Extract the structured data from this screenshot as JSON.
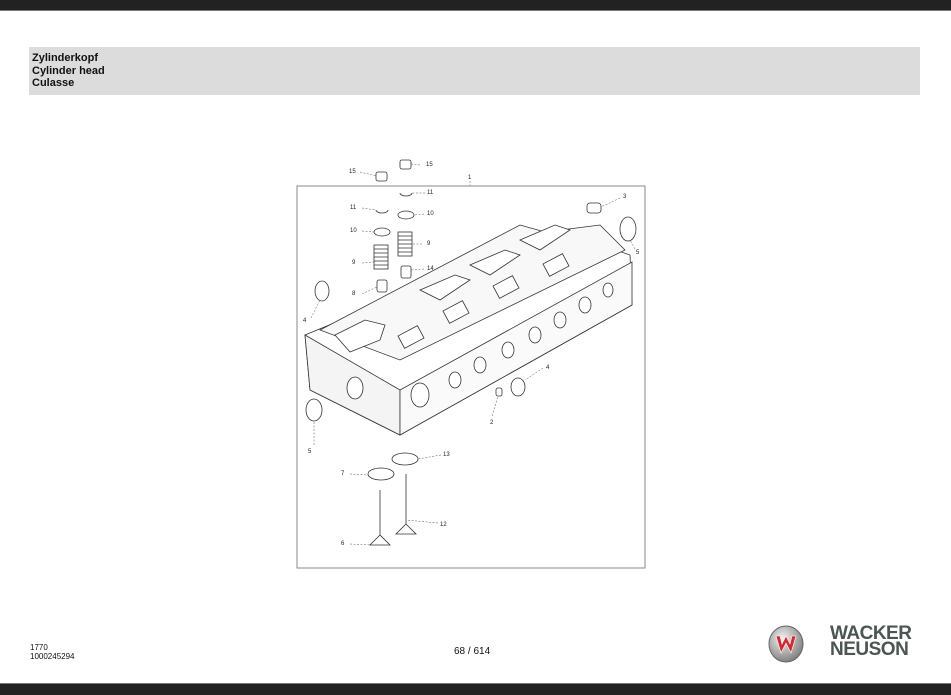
{
  "header": {
    "title_de": "Zylinderkopf",
    "title_en": "Cylinder head",
    "title_fr": "Culasse"
  },
  "diagram": {
    "callouts": [
      "15",
      "15",
      "1",
      "11",
      "3",
      "11",
      "10",
      "10",
      "9",
      "5",
      "9",
      "14",
      "8",
      "4",
      "4",
      "2",
      "5",
      "13",
      "7",
      "12",
      "6"
    ]
  },
  "footer": {
    "code": "1770",
    "doc_number": "1000245294",
    "page": "68 / 614"
  },
  "brand": {
    "line1": "WACKER",
    "line2": "NEUSON",
    "accent": "#d7282f"
  }
}
